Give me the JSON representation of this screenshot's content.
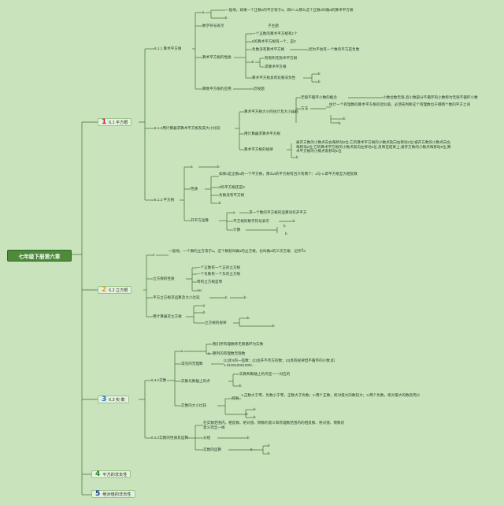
{
  "title": "七年级下册第六章",
  "colors": {
    "background": "#c9e4bc",
    "root": "#4f8a3c",
    "line": "#3f6e33",
    "n1": "#d81b3c",
    "n2": "#e0a21a",
    "n3": "#1e73b8",
    "n4": "#2a8a2a",
    "n5": "#1b3f8a"
  },
  "chapters": [
    {
      "num": "1",
      "label": "6.1 平方根"
    },
    {
      "num": "2",
      "label": "6.2 立方根"
    },
    {
      "num": "3",
      "label": "6.3 实 数"
    },
    {
      "num": "4",
      "label": "平方的非负性"
    },
    {
      "num": "5",
      "label": "绝对值的非负性"
    }
  ],
  "s61": {
    "n611": "6.1.1 算术平方根",
    "def_a": "a",
    "def_text": "一般地，如果一个正数x的平方等于a，即x²=a,那么这个正数x叫做a的算术平方根",
    "def_b": "b",
    "symbol": "数学符号表示",
    "symbol_val": "子主题",
    "prop": "算术平方根的性质",
    "prop1": "一个正数的算术平方根有1个",
    "prop2": "0的算术平方根有一个，是0",
    "prop3": "负数没有算术平方根",
    "prop3b": "因为不会有一个数的平方是负数",
    "prop4": "b",
    "prop4a": "有限和无限术平方根",
    "prop4b": "求算术平方根",
    "prop5": "算术平方根具有双重非负性",
    "prop5a": "b",
    "prop5b": "b",
    "range": "算数平方根的应用",
    "range_val": "近视题",
    "range_b": "b",
    "n612": "6.1.2用计算器求算术平方根及其大小比较",
    "cmp": "算术平方根大小的估计及大小比较",
    "cmp1": "无限不循环小数的概念",
    "cmp1v": "小数位数无限,且小数部分不循环的小数称为无限不循环小数",
    "cmp2": "方法",
    "cmp2v": "估计一个有理数的算术平方根的近似值，必须先判断这个有理数位于哪两个数的平方之间",
    "cmp2a": "b",
    "cmp2b": "b",
    "calc": "用计算器求算术平方根",
    "law": "算术平方根的规律",
    "lawv": "被开方数的小数点向右每移动2位,它的算术平方根的小数点就向右移动1位;被开方数的小数点向左每移动2位,它的算术平方根的小数点就向左移动1位.反映在结果上,被开方数的小数点每移动2位,算术平方根的小数点就移动1位",
    "lawb": "b",
    "n613": "6.1.3 平方根",
    "sq_a": "a",
    "sq_b": "b",
    "sq_prop": "性质",
    "sq_p1": "如果x是正数a的一个平方根，那么a的平方根有且只有两个：±与-x.即平方根互为相反数",
    "sq_p2": "0的平方根还是0",
    "sq_p3": "负数没有平方根",
    "sq_p4": "b",
    "op": "开平方运算",
    "op_a": "a",
    "op_av": "求一个数的平方根的运算叫作开平方",
    "op2": "平方根的数学符号表示",
    "op2b": "b",
    "op3": "计算",
    "op3a": "b",
    "op3b": "b"
  },
  "s62": {
    "def_n": "n",
    "def_text": "一般地，一个数的立方等于a，这个数就叫做a的立方根，也叫做a的三次方根．记作∛a",
    "prop": "立方根的性质",
    "p1": "一个正数有一个正的立方根",
    "p2": "一个负数有一个负的立方根",
    "p3": "零的立方根是零",
    "p4": "rac",
    "cmp": "平方立方根求运算及大小比较",
    "cmp_b1": "b",
    "cmp_b2": "b",
    "calc": "用计算器求立方根",
    "calc_y": "y",
    "calc_b": "b",
    "calc_c": "b",
    "law": "立方根的规律",
    "law_a": "b",
    "law_b": "b"
  },
  "s63": {
    "n631": "6.3.1实数",
    "a": "a",
    "a1": "我们所有理数称无限循环为实数",
    "a2": "a",
    "a3": "整列的有理数无限数",
    "irr": "常见的无理数",
    "irr_v": "(1)含π的一些数；(2)含开不尽方的数；(3)具有规律但不循环的小数,如1.010010001000l…",
    "axis": "实数与数轴上的点",
    "axis_v": "实数和数轴上的点是一一对应的",
    "axis_b": "b",
    "cmp": "实数的大小比较",
    "rule": "规则",
    "rule_v": "1.正数大于零，负数小于零，正数大于负数；2.两个正数，绝对值大的数较大；3.两个负数，绝对值大的数反而小",
    "rule_a": "b",
    "rule_b": "b",
    "rule_c": "b",
    "n632": "6.3.2实数的性质及运算",
    "p_v": "在实数范围内，相反数、绝对值、倒数的意义和有理数范围内的相反数、绝对值、倒数的意义完全一样",
    "cls": "分组",
    "cls_b": "b",
    "op": "实数的运算",
    "op_b": "b",
    "op_a": "b",
    "op_c": "b"
  }
}
